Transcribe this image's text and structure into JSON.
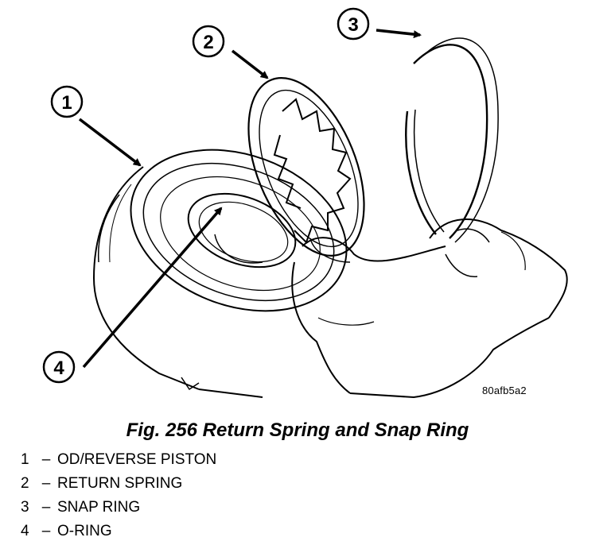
{
  "figure": {
    "caption": "Fig. 256 Return Spring and Snap Ring",
    "image_code": "80afb5a2",
    "callouts": [
      "1",
      "2",
      "3",
      "4"
    ]
  },
  "legend": [
    {
      "number": "1",
      "separator": "–",
      "text": "OD/REVERSE PISTON"
    },
    {
      "number": "2",
      "separator": "–",
      "text": "RETURN SPRING"
    },
    {
      "number": "3",
      "separator": "–",
      "text": "SNAP RING"
    },
    {
      "number": "4",
      "separator": "–",
      "text": "O-RING"
    }
  ]
}
